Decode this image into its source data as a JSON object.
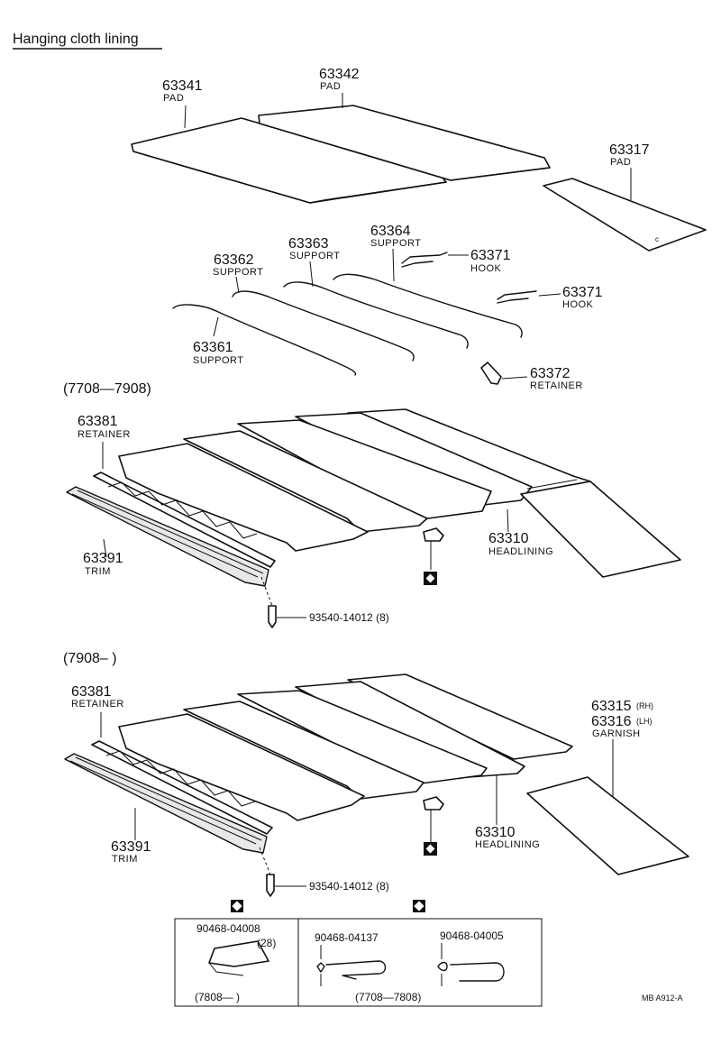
{
  "title": "Hanging cloth lining",
  "top_parts": {
    "p63341": {
      "num": "63341",
      "name": "PAD"
    },
    "p63342": {
      "num": "63342",
      "name": "PAD"
    },
    "p63317": {
      "num": "63317",
      "name": "PAD"
    },
    "p63362": {
      "num": "63362",
      "name": "SUPPORT"
    },
    "p63363": {
      "num": "63363",
      "name": "SUPPORT"
    },
    "p63364": {
      "num": "63364",
      "name": "SUPPORT"
    },
    "p63361": {
      "num": "63361",
      "name": "SUPPORT"
    },
    "p63371a": {
      "num": "63371",
      "name": "HOOK"
    },
    "p63371b": {
      "num": "63371",
      "name": "HOOK"
    },
    "p63372": {
      "num": "63372",
      "name": "RETAINER"
    }
  },
  "section1": {
    "range": "(7708—7908)",
    "retainer": {
      "num": "63381",
      "name": "RETAINER"
    },
    "trim": {
      "num": "63391",
      "name": "TRIM"
    },
    "headlining": {
      "num": "63310",
      "name": "HEADLINING"
    },
    "screw": "93540-14012 (8)"
  },
  "section2": {
    "range": "(7908–        )",
    "retainer": {
      "num": "63381",
      "name": "RETAINER"
    },
    "trim": {
      "num": "63391",
      "name": "TRIM"
    },
    "headlining": {
      "num": "63310",
      "name": "HEADLINING"
    },
    "garnish_rh": "63315",
    "garnish_rh_side": "(RH)",
    "garnish_lh": "63316",
    "garnish_lh_side": "(LH)",
    "garnish_name": "GARNISH",
    "screw": "93540-14012 (8)"
  },
  "clips": {
    "left": {
      "num": "90468-04008",
      "qty": "(28)",
      "range": "(7808—        )"
    },
    "mid": {
      "num": "90468-04137"
    },
    "right": {
      "num": "90468-04005"
    },
    "range": "(7708—7808)"
  },
  "footer_code": "MB  A912-A"
}
